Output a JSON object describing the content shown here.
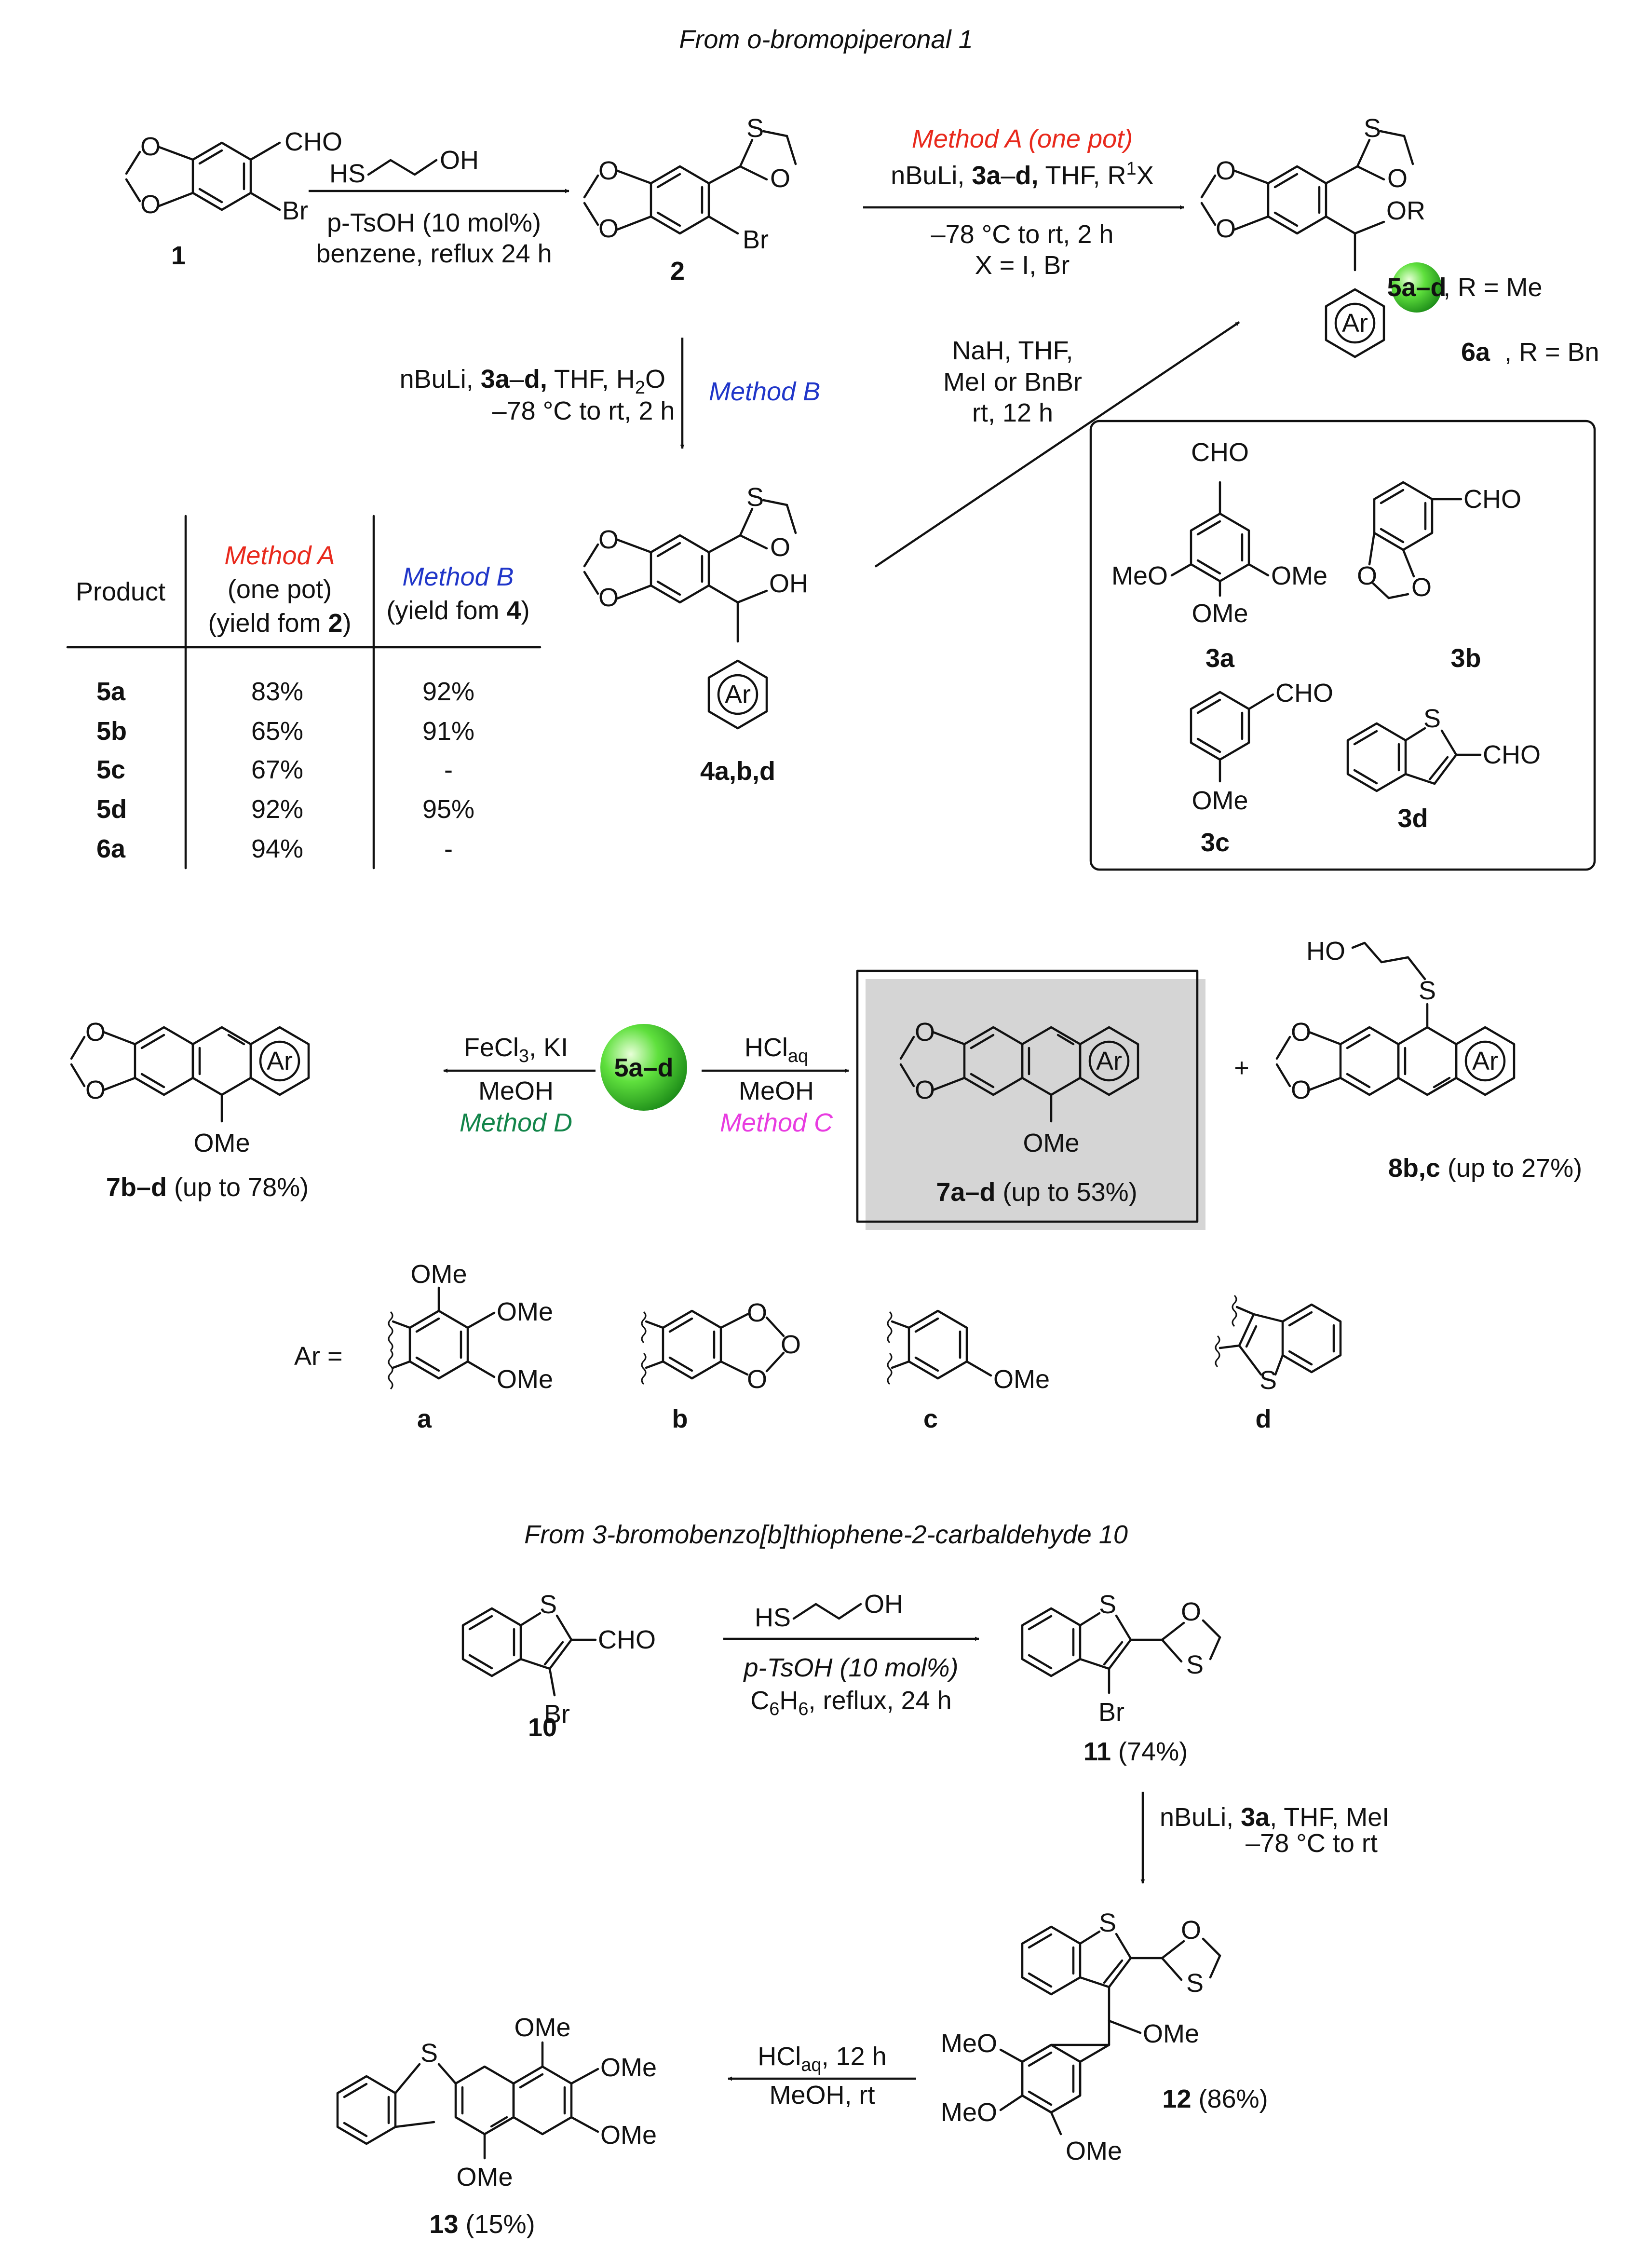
{
  "colors": {
    "method_a": "#e8291c",
    "method_b": "#2036c9",
    "method_c": "#e83ce0",
    "method_d": "#13854a",
    "ball": "#4ed636"
  },
  "headers": {
    "section1": "From o-bromopiperonal 1",
    "section2": "From 3-bromobenzo[b]thiophene-2-carbaldehyde 10"
  },
  "labels": {
    "c1": "1",
    "c2": "2",
    "c3a": "3a",
    "c3b": "3b",
    "c3c": "3c",
    "c3d": "3d",
    "c4": "4a,b,d",
    "c5": "5a–d",
    "c6": "6a",
    "c10": "10",
    "c11": "11",
    "c11_yield": "(74%)",
    "c12": "12",
    "c12_yield": "(86%)",
    "c13": "13",
    "c13_yield": "(15%)",
    "c7bd": "7b–d",
    "c7bd_yield": "(up to 78%)",
    "c7ad": "7a–d",
    "c7ad_yield": "(up to 53%)",
    "c8": "8b,c",
    "c8_yield": "(up to 27%)",
    "r_me": ", R = Me",
    "r_bn": ", R = Bn",
    "ar_eq": "Ar =",
    "ar": "Ar",
    "plus": "+",
    "sub_a": "a",
    "sub_b": "b",
    "sub_c": "c",
    "sub_d": "d"
  },
  "atoms": {
    "O": "O",
    "S": "S",
    "Br": "Br",
    "CHO": "CHO",
    "OMe": "OMe",
    "MeO": "MeO",
    "OH": "OH",
    "OR": "OR",
    "HO": "HO",
    "HS": "HS"
  },
  "conditions": {
    "acetal_reagent": "p-TsOH (10 mol%)",
    "acetal_solvent": "benzene, reflux 24 h",
    "method_a_title": "Method A (one pot)",
    "method_a_l1": "nBuLi, 3a–d, THF, R1X",
    "method_a_l2": "–78 °C to rt, 2 h",
    "method_a_l3": "X = I, Br",
    "method_b_l1": "nBuLi, 3a–d, THF, H2O",
    "method_b_l2": "–78 °C to rt, 2 h",
    "method_b_title": "Method B",
    "alkyl_l1": "NaH, THF,",
    "alkyl_l2": "MeI or BnBr",
    "alkyl_l3": "rt, 12 h",
    "method_d_l1": "FeCl3, KI",
    "method_d_l2": "MeOH",
    "method_d_title": "Method D",
    "method_c_l1": "HClaq",
    "method_c_l2": "MeOH",
    "method_c_title": "Method C",
    "s10_reagent": "p-TsOH (10 mol%)",
    "s10_solvent": "C6H6, reflux, 24 h",
    "s11_l1": "nBuLi, 3a, THF, MeI",
    "s11_l2": "–78 °C to rt",
    "s12_l1": "HClaq, 12 h",
    "s12_l2": "MeOH, rt"
  },
  "yield_table": {
    "headers": [
      "Product",
      "Method A",
      "(one pot)",
      "(yield fom 2)",
      "Method B",
      "(yield fom 4)"
    ],
    "rows": [
      {
        "product": "5a",
        "method_a": "83%",
        "method_b": "92%"
      },
      {
        "product": "5b",
        "method_a": "65%",
        "method_b": "91%"
      },
      {
        "product": "5c",
        "method_a": "67%",
        "method_b": "-"
      },
      {
        "product": "5d",
        "method_a": "92%",
        "method_b": "95%"
      },
      {
        "product": "6a",
        "method_a": "94%",
        "method_b": "-"
      }
    ]
  }
}
